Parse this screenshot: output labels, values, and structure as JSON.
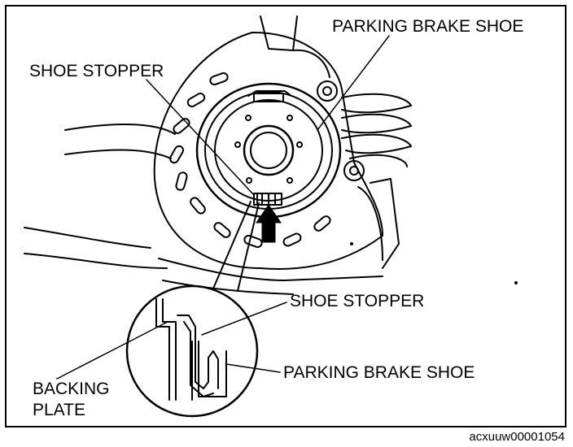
{
  "labels": {
    "parking_brake_shoe_top": "PARKING BRAKE SHOE",
    "shoe_stopper_top": "SHOE STOPPER",
    "shoe_stopper_detail": "SHOE STOPPER",
    "parking_brake_shoe_detail": "PARKING BRAKE SHOE",
    "backing_plate_line1": "BACKING",
    "backing_plate_line2": "PLATE"
  },
  "figure_id": "acxuuw00001054",
  "colors": {
    "ink": "#000000",
    "paper": "#ffffff"
  }
}
